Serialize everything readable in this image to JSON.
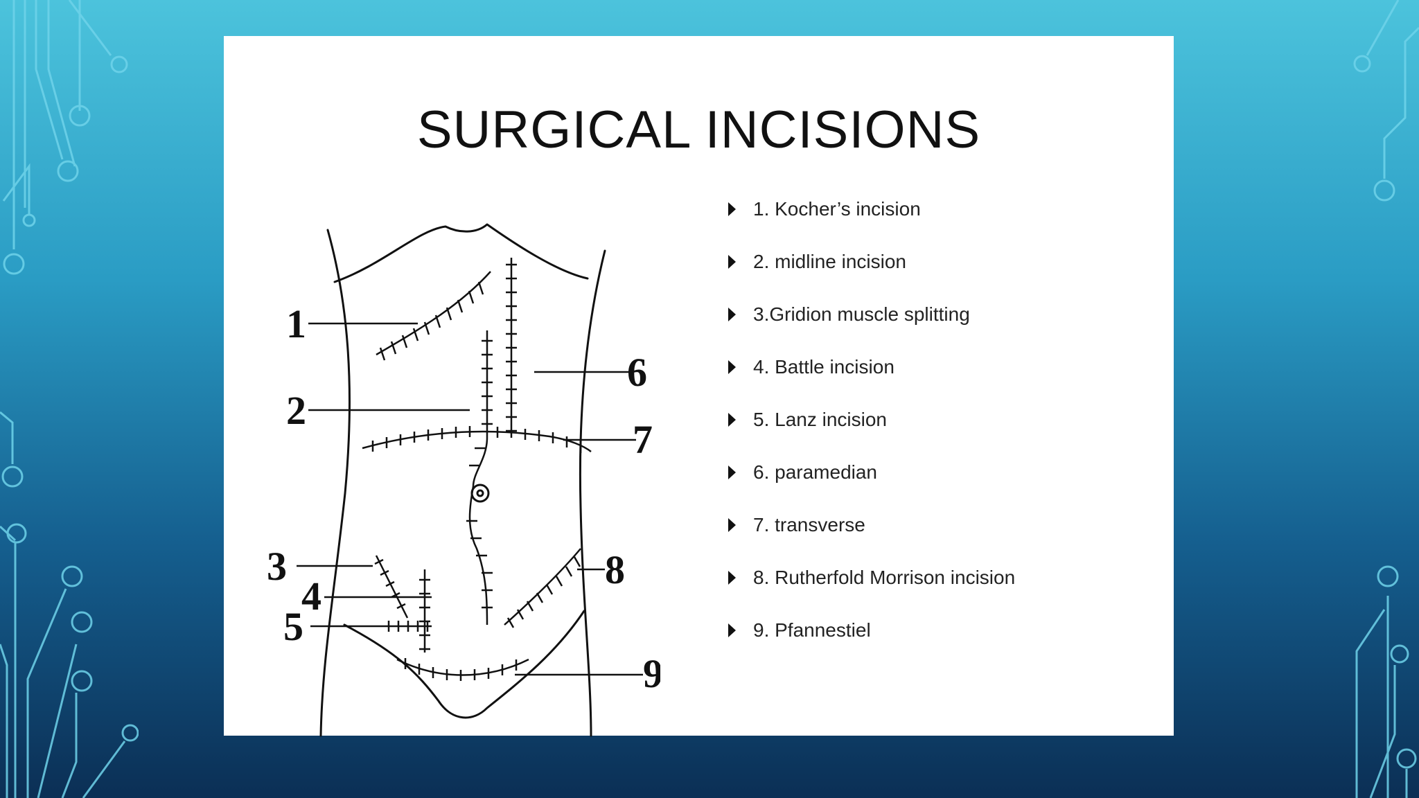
{
  "slide": {
    "title": "SURGICAL INCISIONS",
    "bullets": [
      "1. Kocher’s incision",
      "2. midline incision",
      "3.Gridion muscle splitting",
      "4. Battle incision",
      "5. Lanz incision",
      "6. paramedian",
      "7. transverse",
      "8. Rutherfold Morrison incision",
      "9. Pfannestiel"
    ]
  },
  "diagram": {
    "labels": [
      "1",
      "2",
      "3",
      "4",
      "5",
      "6",
      "7",
      "8",
      "9"
    ]
  },
  "colors": {
    "background_top": "#4cc3dc",
    "background_bottom": "#0b2f55",
    "circuit": "#6fd3ea",
    "card": "#ffffff",
    "ink": "#111111"
  }
}
